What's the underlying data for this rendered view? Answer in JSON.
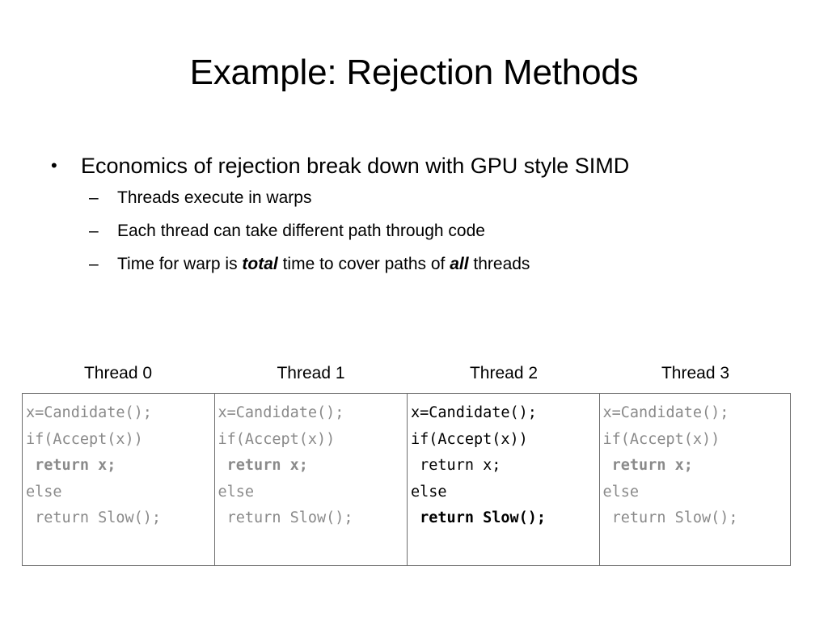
{
  "slide": {
    "title": "Example: Rejection Methods"
  },
  "bullets": {
    "level1": [
      {
        "marker": "•",
        "text": "Economics of rejection break down with GPU style SIMD"
      }
    ],
    "level2": [
      {
        "marker": "–",
        "text": "Threads execute in warps"
      },
      {
        "marker": "–",
        "text": "Each thread can take different path through code"
      },
      {
        "marker": "–",
        "pre": "Time for warp is ",
        "em1": "total",
        "mid": " time to cover paths of ",
        "em2": "all",
        "post": " threads"
      }
    ]
  },
  "table": {
    "headers": [
      "Thread 0",
      "Thread 1",
      "Thread 2",
      "Thread 3"
    ],
    "columns": [
      {
        "thread": "Thread 0",
        "active": false,
        "lines": [
          {
            "text": "x=Candidate();",
            "style": "normal"
          },
          {
            "text": "if(Accept(x))",
            "style": "normal"
          },
          {
            "text": " return x;",
            "style": "bold"
          },
          {
            "text": "else",
            "style": "normal"
          },
          {
            "text": " return Slow();",
            "style": "normal"
          }
        ]
      },
      {
        "thread": "Thread 1",
        "active": false,
        "lines": [
          {
            "text": "x=Candidate();",
            "style": "normal"
          },
          {
            "text": "if(Accept(x))",
            "style": "normal"
          },
          {
            "text": " return x;",
            "style": "bold"
          },
          {
            "text": "else",
            "style": "normal"
          },
          {
            "text": " return Slow();",
            "style": "normal"
          }
        ]
      },
      {
        "thread": "Thread 2",
        "active": true,
        "lines": [
          {
            "text": "x=Candidate();",
            "style": "normal"
          },
          {
            "text": "if(Accept(x))",
            "style": "normal"
          },
          {
            "text": " return x;",
            "style": "normal"
          },
          {
            "text": "else",
            "style": "normal"
          },
          {
            "text": " return Slow();",
            "style": "green"
          }
        ]
      },
      {
        "thread": "Thread 3",
        "active": false,
        "lines": [
          {
            "text": "x=Candidate();",
            "style": "normal"
          },
          {
            "text": "if(Accept(x))",
            "style": "normal"
          },
          {
            "text": " return x;",
            "style": "bold"
          },
          {
            "text": "else",
            "style": "normal"
          },
          {
            "text": " return Slow();",
            "style": "normal"
          }
        ]
      }
    ]
  },
  "colors": {
    "inactive_code": "#8a8a8a",
    "active_code": "#000000",
    "highlight_green": "#1a7a2e",
    "border": "#6e6e6e",
    "background": "#ffffff"
  }
}
